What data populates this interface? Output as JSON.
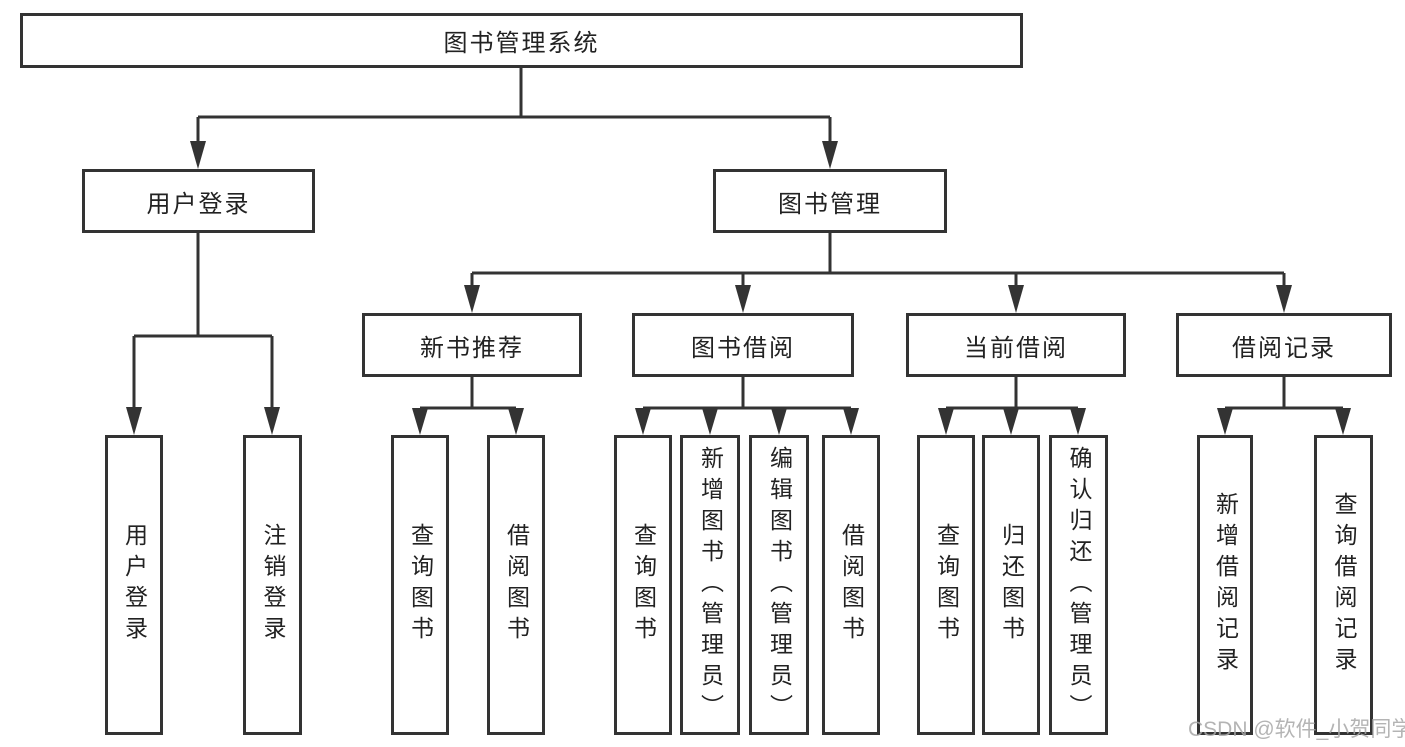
{
  "diagram_type": "hierarchy-tree",
  "tree": {
    "label": "图书管理系统",
    "children": [
      {
        "label": "用户登录",
        "children": [
          {
            "label": "用户登录"
          },
          {
            "label": "注销登录"
          }
        ]
      },
      {
        "label": "图书管理",
        "children": [
          {
            "label": "新书推荐",
            "children": [
              {
                "label": "查询图书"
              },
              {
                "label": "借阅图书"
              }
            ]
          },
          {
            "label": "图书借阅",
            "children": [
              {
                "label": "查询图书"
              },
              {
                "label": "新增图书（管理员）"
              },
              {
                "label": "编辑图书（管理员）"
              },
              {
                "label": "借阅图书"
              }
            ]
          },
          {
            "label": "当前借阅",
            "children": [
              {
                "label": "查询图书"
              },
              {
                "label": "归还图书"
              },
              {
                "label": "确认归还（管理员）"
              }
            ]
          },
          {
            "label": "借阅记录",
            "children": [
              {
                "label": "新增借阅记录"
              },
              {
                "label": "查询借阅记录"
              }
            ]
          }
        ]
      }
    ]
  },
  "watermark": "CSDN @软件_小贺同学",
  "colors": {
    "line": "#333333",
    "box_border": "#333333",
    "box_fill": "#ffffff",
    "text": "#222222",
    "watermark": "#a8a8a8",
    "background": "#ffffff"
  }
}
